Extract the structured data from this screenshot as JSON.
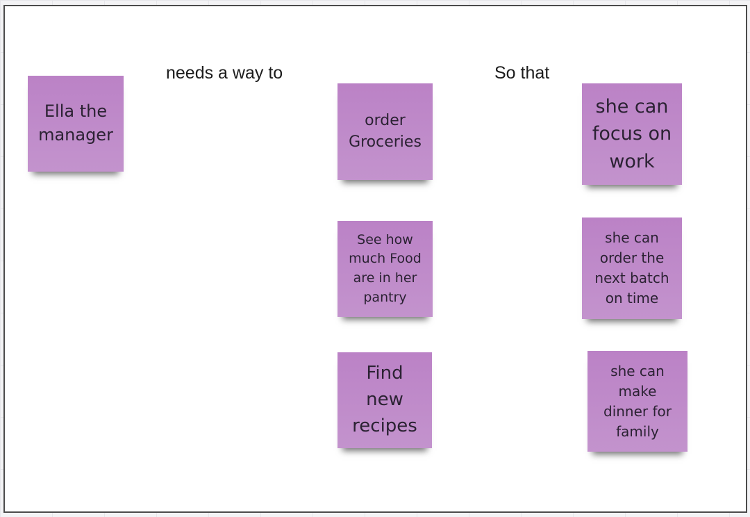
{
  "board": {
    "headers": {
      "needs": "needs a way to",
      "so_that": "So that"
    },
    "persona": {
      "text": "Ella the manager"
    },
    "needs": [
      {
        "text": "order Groceries"
      },
      {
        "text": "See how much Food are in her pantry"
      },
      {
        "text": "Find new recipes"
      }
    ],
    "outcomes": [
      {
        "text": "she can focus on work"
      },
      {
        "text": "she can order the next batch on time"
      },
      {
        "text": "she can make dinner for family"
      }
    ],
    "sticky_color": "#bf8bca",
    "frame_border_color": "#4b4b4b"
  }
}
